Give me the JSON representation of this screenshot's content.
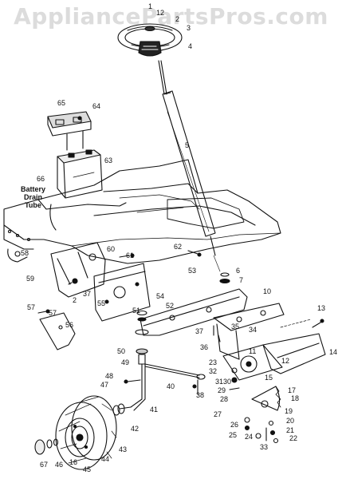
{
  "watermark": "AppliancePartsPros.com",
  "note": [
    "Battery",
    "Drain",
    "Tube"
  ],
  "callouts": [
    "1",
    "12",
    "2",
    "3",
    "4",
    "5",
    "65",
    "64",
    "63",
    "66",
    "62",
    "58",
    "60",
    "61",
    "59",
    "53",
    "10",
    "6",
    "7",
    "54",
    "52",
    "51",
    "55",
    "37",
    "2",
    "57",
    "57",
    "56",
    "13",
    "35",
    "34",
    "37",
    "36",
    "11",
    "14",
    "12",
    "50",
    "49",
    "48",
    "47",
    "40",
    "23",
    "32",
    "31",
    "30",
    "29",
    "15",
    "17",
    "18",
    "28",
    "38",
    "27",
    "19",
    "20",
    "21",
    "22",
    "26",
    "24",
    "25",
    "33",
    "41",
    "42",
    "43",
    "44",
    "45",
    "16",
    "46",
    "67"
  ]
}
